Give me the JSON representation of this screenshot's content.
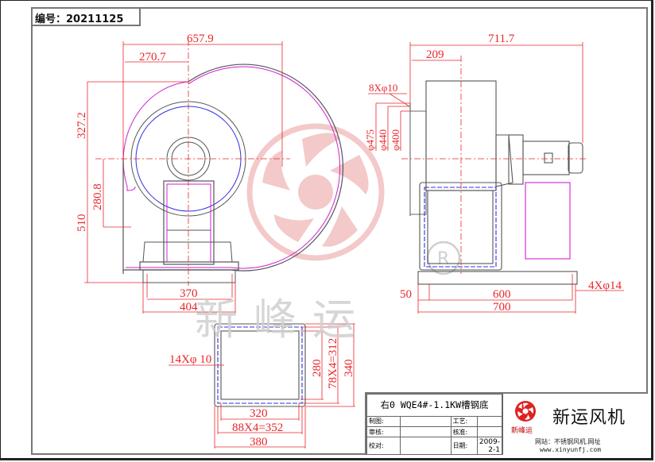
{
  "drawing_code": {
    "label": "编号：",
    "value": "20211125"
  },
  "watermark": {
    "text": "新峰运",
    "registered_mark": "®"
  },
  "front_view": {
    "dims": {
      "overall_width": "657.9",
      "center_offset": "270.7",
      "top_to_center": "327.2",
      "center_to_outlet": "280.8",
      "total_height": "510",
      "base_inner": "370",
      "base_outer": "404"
    }
  },
  "side_view": {
    "dims": {
      "overall_length": "711.7",
      "inlet_to_center": "209",
      "inlet_holes": "8Xφ10",
      "dia_475": "φ475",
      "dia_440": "φ440",
      "dia_400": "φ400",
      "base_edge": "50",
      "base_hole_spacing": "600",
      "base_length": "700",
      "base_holes": "4Xφ14"
    }
  },
  "outlet_flange_view": {
    "dims": {
      "holes": "14Xφ 10",
      "inner_height": "280",
      "hole_pitch_vertical": "78X4=312",
      "outer_height": "340",
      "inner_width": "320",
      "hole_pitch_horizontal": "88X4=352",
      "outer_width": "380"
    }
  },
  "title_block": {
    "title": "右0  WQE4#-1.1KW槽钢底",
    "rows": [
      {
        "label": "制图:",
        "value": "",
        "label2": "工艺:",
        "value2": ""
      },
      {
        "label": "审核:",
        "value": "",
        "label2": "核准:",
        "value2": ""
      },
      {
        "label": "校对:",
        "value": "",
        "label2": "日期:",
        "value2": "2009-2-1"
      }
    ],
    "brand": {
      "name": "新运风机",
      "logo_text": "新峰运",
      "website_label": "网站：不锈钢风机.网址",
      "website_url": "www.xinyunfj.com"
    }
  },
  "colors": {
    "dimension": "#e8262b",
    "outline": "#555555",
    "hidden": "#d020d0",
    "bolt_circle": "#3030e0",
    "watermark_logo": "#f2c4c4"
  }
}
